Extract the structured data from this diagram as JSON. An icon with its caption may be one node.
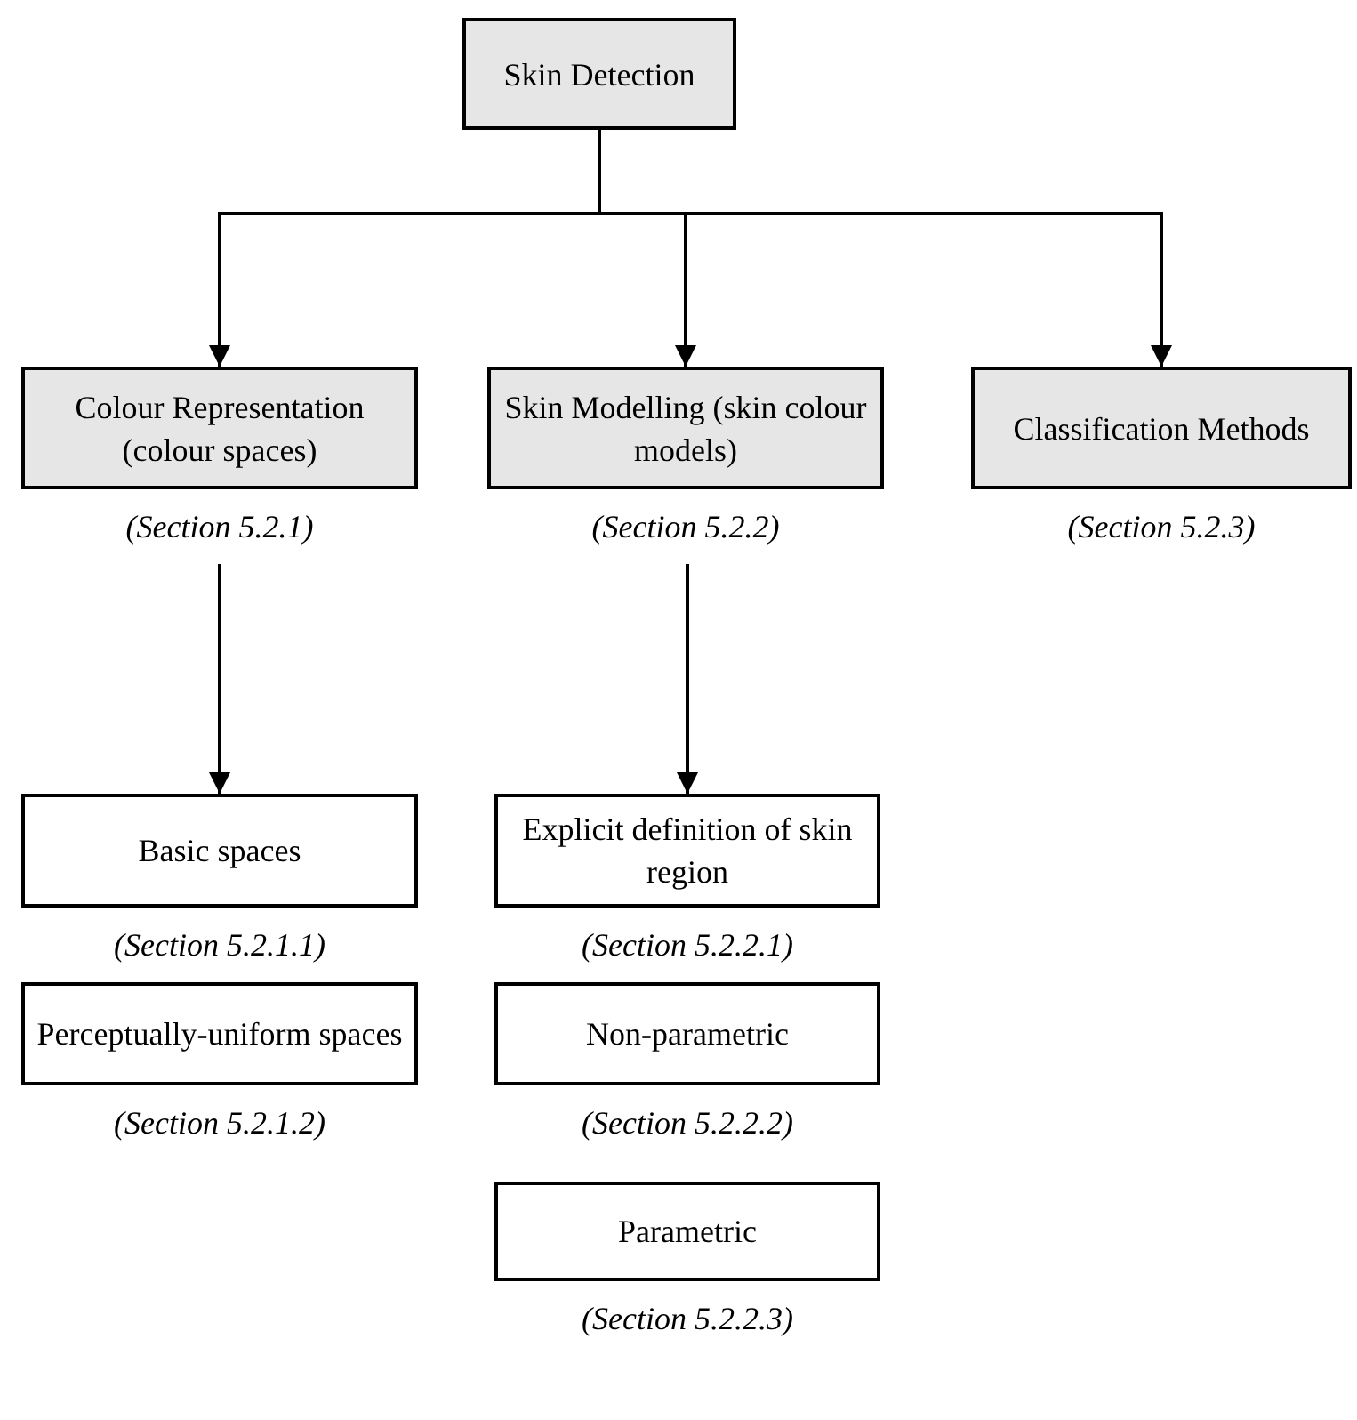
{
  "diagram": {
    "nodes": [
      {
        "text": [
          "Skin Detection"
        ]
      },
      {
        "text": [
          "Colour Representation (colour spaces)"
        ],
        "beside": [
          "(Section 5.2.1)"
        ]
      },
      {
        "text": [
          "Skin Modelling (skin colour models)"
        ],
        "beside": [
          "(Section 5.2.2)"
        ]
      },
      {
        "text": [
          "Classification Methods"
        ],
        "beside": [
          "(Section 5.2.3)"
        ]
      },
      {
        "text": [
          "Basic spaces"
        ],
        "beside": [
          "(Section 5.2.1.1)"
        ]
      },
      {
        "text": [
          "Perceptually-uniform spaces"
        ],
        "beside": [
          "(Section 5.2.1.2)"
        ]
      },
      {
        "text": [
          "Explicit definition of skin region"
        ],
        "beside": [
          "(Section 5.2.2.1)"
        ]
      },
      {
        "text": [
          "Non-parametric"
        ],
        "beside": [
          "(Section 5.2.2.2)"
        ]
      },
      {
        "text": [
          "Parametric"
        ],
        "beside": [
          "(Section 5.2.2.3)"
        ]
      }
    ],
    "edges": [
      {
        "from": 0,
        "to": 1,
        "arrow": "to"
      },
      {
        "from": 0,
        "to": 2,
        "arrow": "to"
      },
      {
        "from": 0,
        "to": 3,
        "arrow": "to"
      },
      {
        "from": 1,
        "to": 4,
        "arrow": "to"
      },
      {
        "from": 2,
        "to": 6,
        "arrow": "to"
      }
    ]
  }
}
